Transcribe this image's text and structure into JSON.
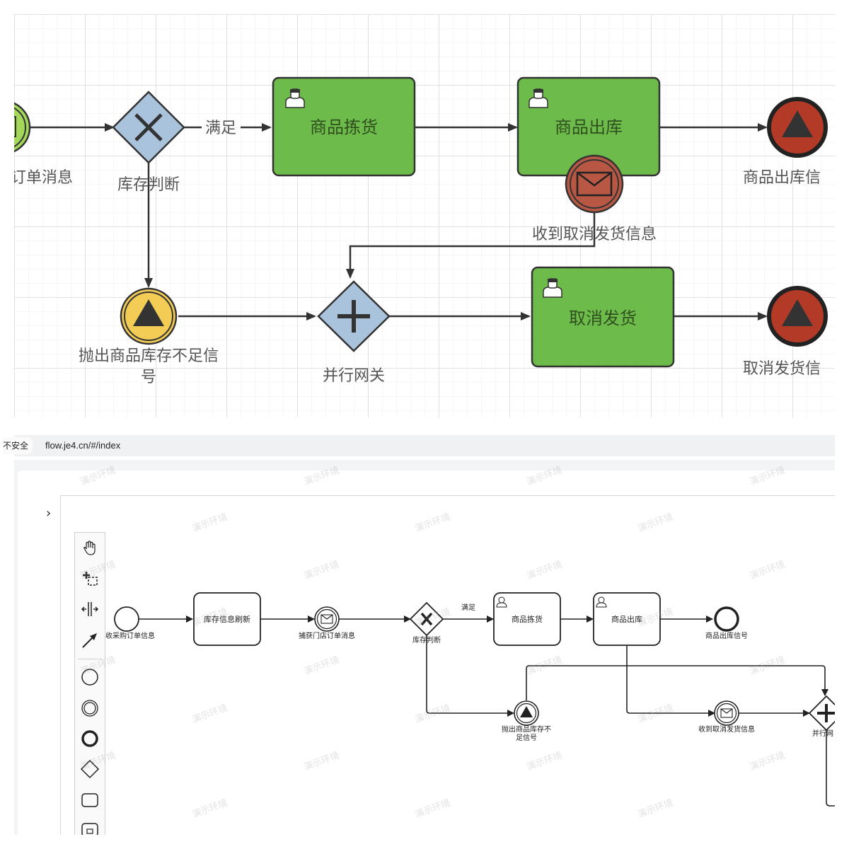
{
  "top_diagram": {
    "colors": {
      "task_fill": "#6dbb4a",
      "gateway_fill": "#aac3dd",
      "end_event_fill": "#b33a26",
      "intermediate_throw_fill": "#f2cc55",
      "boundary_event_fill": "#b85844",
      "start_event_fill": "#a3d85a",
      "stroke": "#333333",
      "label": "#555555"
    },
    "elements": {
      "start_event_label": "订单消息",
      "exclusive_gateway_label": "库存判断",
      "flow_condition_label": "满足",
      "task_pick_label": "商品拣货",
      "task_outbound_label": "商品出库",
      "end_outbound_label": "商品出库信",
      "boundary_event_label": "收到取消发货信息",
      "throw_event_label_line1": "抛出商品库存不足信",
      "throw_event_label_line2": "号",
      "parallel_gateway_label": "并行网关",
      "task_cancel_label": "取消发货",
      "end_cancel_label": "取消发货信"
    }
  },
  "browser": {
    "security_label": "不安全",
    "url": "flow.je4.cn/#/index"
  },
  "editor": {
    "watermark": "演示环境",
    "expand_icon": "chevron-right-icon",
    "palette": [
      {
        "name": "hand-tool",
        "icon": "hand-icon"
      },
      {
        "name": "lasso-tool",
        "icon": "lasso-icon"
      },
      {
        "name": "space-tool",
        "icon": "space-icon"
      },
      {
        "name": "connect-tool",
        "icon": "arrow-icon"
      },
      {
        "name": "start-event",
        "icon": "circle-icon"
      },
      {
        "name": "intermediate-event",
        "icon": "double-circle-icon"
      },
      {
        "name": "end-event",
        "icon": "thick-circle-icon"
      },
      {
        "name": "gateway",
        "icon": "diamond-icon"
      },
      {
        "name": "task",
        "icon": "rounded-rect-icon"
      },
      {
        "name": "subprocess",
        "icon": "subprocess-icon"
      }
    ],
    "diagram": {
      "start_label": "收采购订单信息",
      "task_refresh_label": "库存信息刷新",
      "catch_msg_label": "捕获门店订单消息",
      "gateway_label": "库存判断",
      "condition_label": "满足",
      "task_pick_label": "商品拣货",
      "task_outbound_label": "商品出库",
      "end_outbound_label": "商品出库信号",
      "throw_label_line1": "抛出商品库存不",
      "throw_label_line2": "足信号",
      "cancel_msg_label": "收到取消发货信息",
      "parallel_label": "并行网"
    }
  }
}
